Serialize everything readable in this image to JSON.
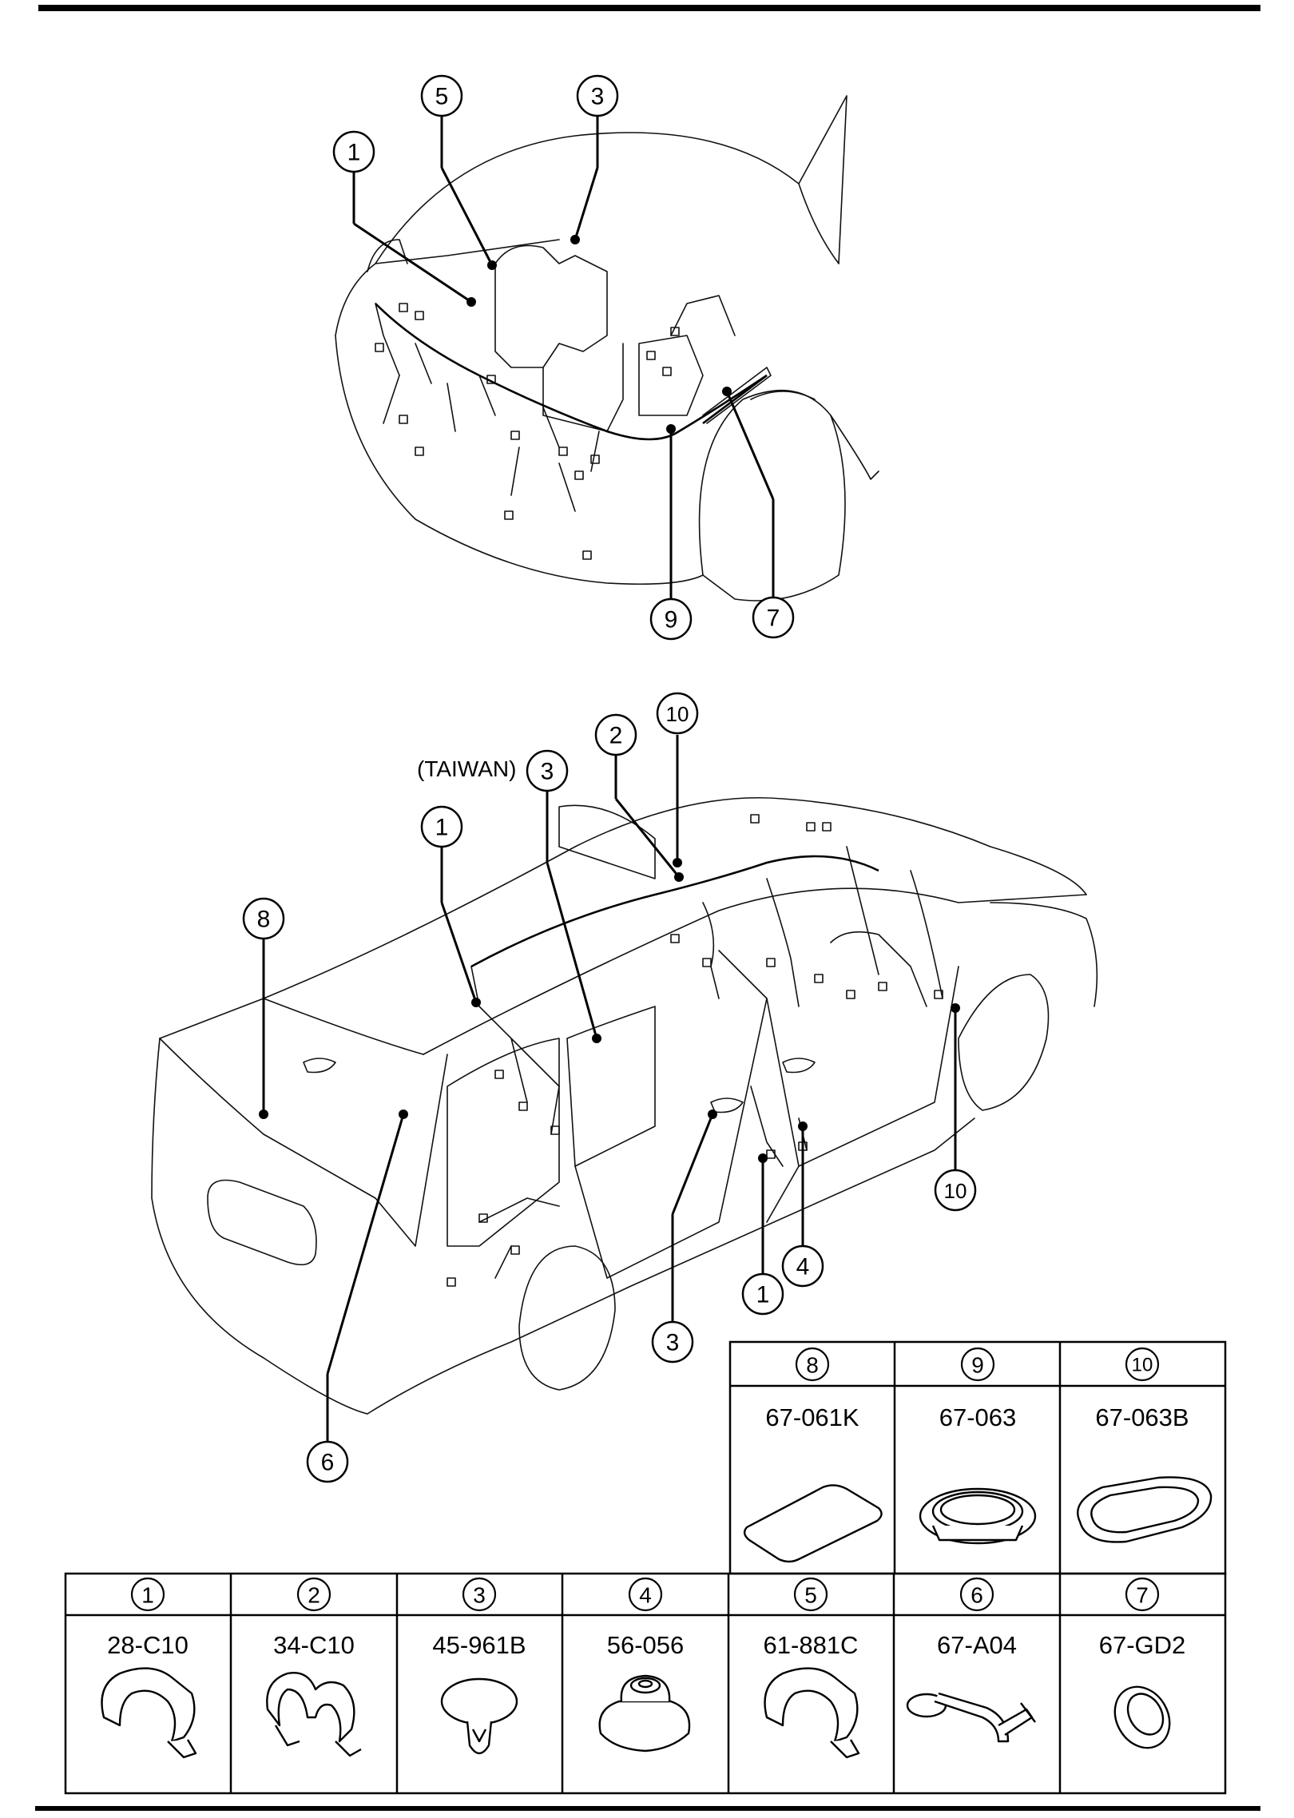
{
  "diagram": {
    "top_callouts": [
      "1",
      "5",
      "3",
      "9",
      "7"
    ],
    "bottom_callouts": [
      "8",
      "1",
      "3",
      "2",
      "10",
      "10",
      "6",
      "3",
      "1",
      "4"
    ],
    "taiwan_label": "(TAIWAN)"
  },
  "parts_table": {
    "upper_row": [
      {
        "num": "8",
        "code": "67-061K",
        "icon": "pad-icon"
      },
      {
        "num": "9",
        "code": "67-063",
        "icon": "round-grommet-icon"
      },
      {
        "num": "10",
        "code": "67-063B",
        "icon": "oval-grommet-icon"
      }
    ],
    "lower_row": [
      {
        "num": "1",
        "code": "28-C10",
        "icon": "harness-clamp-icon"
      },
      {
        "num": "2",
        "code": "34-C10",
        "icon": "double-clamp-icon"
      },
      {
        "num": "3",
        "code": "45-961B",
        "icon": "push-clip-icon"
      },
      {
        "num": "4",
        "code": "56-056",
        "icon": "grommet-plug-icon"
      },
      {
        "num": "5",
        "code": "61-881C",
        "icon": "harness-clamp-icon"
      },
      {
        "num": "6",
        "code": "67-A04",
        "icon": "tube-grommet-icon"
      },
      {
        "num": "7",
        "code": "67-GD2",
        "icon": "ring-grommet-icon"
      }
    ]
  }
}
